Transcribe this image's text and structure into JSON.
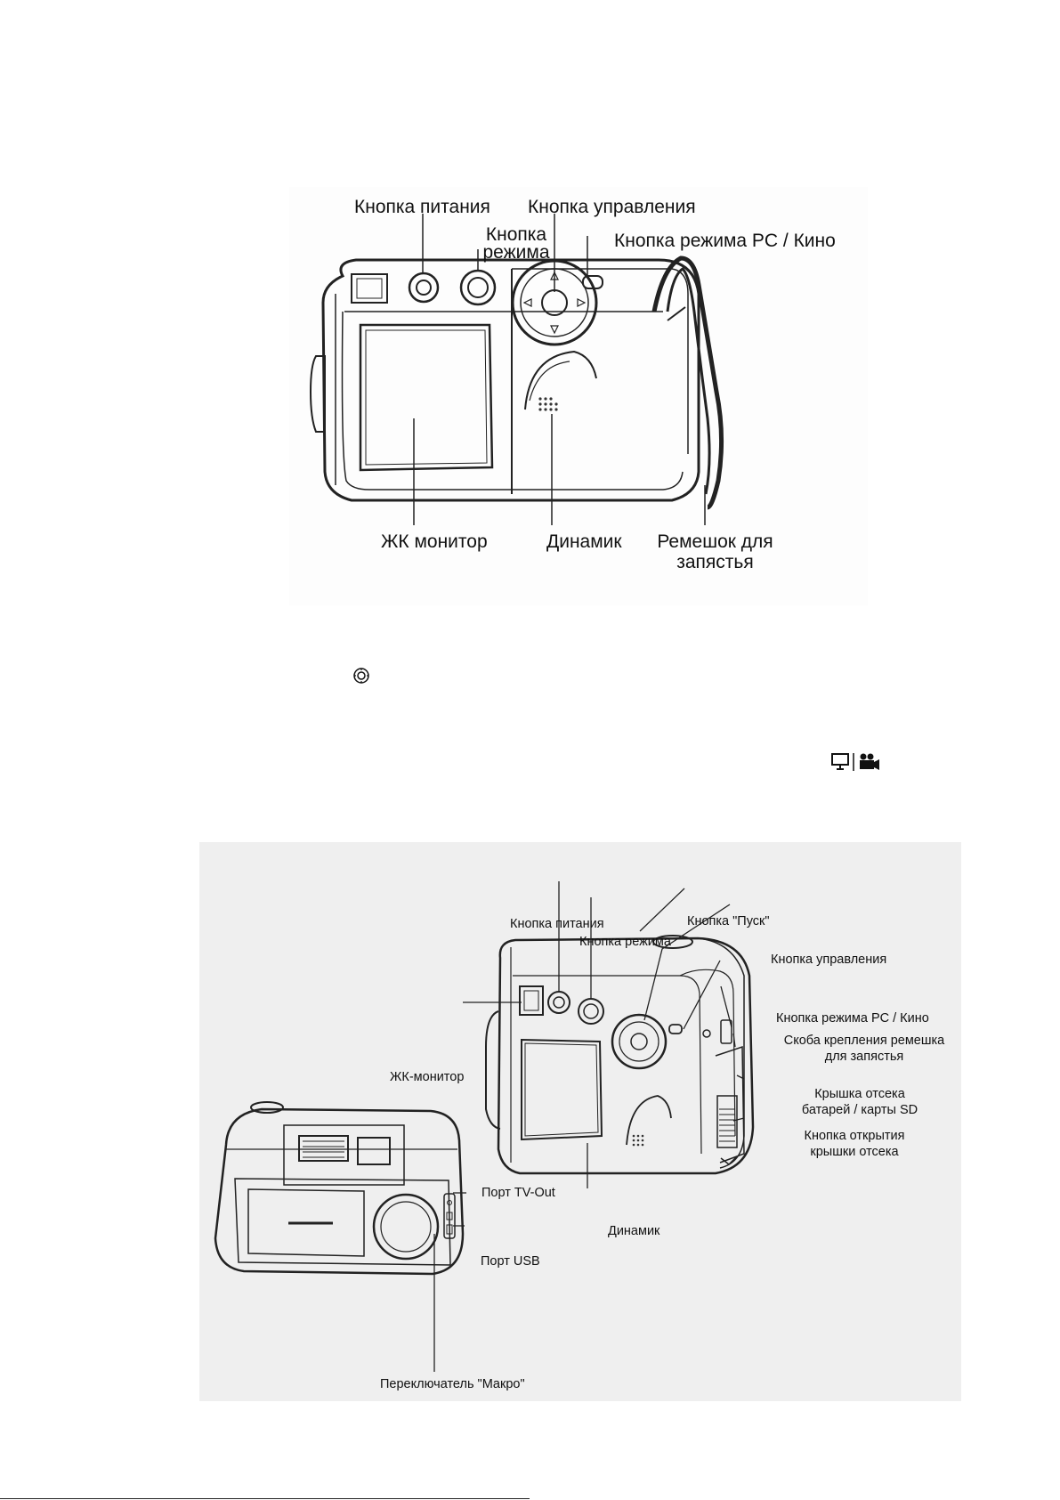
{
  "figure1": {
    "labels": {
      "power_button": "Кнопка питания",
      "mode_button_line1": "Кнопка",
      "mode_button_line2": "режима",
      "control_button": "Кнопка управления",
      "pc_movie_button": "Кнопка режима  PC / Кино",
      "lcd_monitor": "ЖК монитор",
      "speaker": "Динамик",
      "wrist_strap_line1": "Ремешок для",
      "wrist_strap_line2": "запястья"
    }
  },
  "inline_icons": {
    "control_icon": "target-icon",
    "pc_movie_icon": "monitor-movie-icon"
  },
  "figure2": {
    "labels": {
      "power_button": "Кнопка питания",
      "shutter_button": "Кнопка \"Пуск\"",
      "mode_button": "Кнопка режима",
      "control_button": "Кнопка управления",
      "pc_movie_button": "Кнопка режима PC / Кино",
      "strap_mount_line1": "Скоба крепления ремешка",
      "strap_mount_line2": "для запястья",
      "lcd_monitor": "ЖК-монитор",
      "battery_cover_line1": "Крышка  отсека",
      "battery_cover_line2": "батарей / карты SD",
      "cover_open_button_line1": "Кнопка открытия",
      "cover_open_button_line2": "крышки отсека",
      "tv_out_port": "Порт TV-Out",
      "speaker": "Динамик",
      "usb_port": "Порт USB",
      "macro_switch": "Переключатель \"Макро\""
    }
  }
}
